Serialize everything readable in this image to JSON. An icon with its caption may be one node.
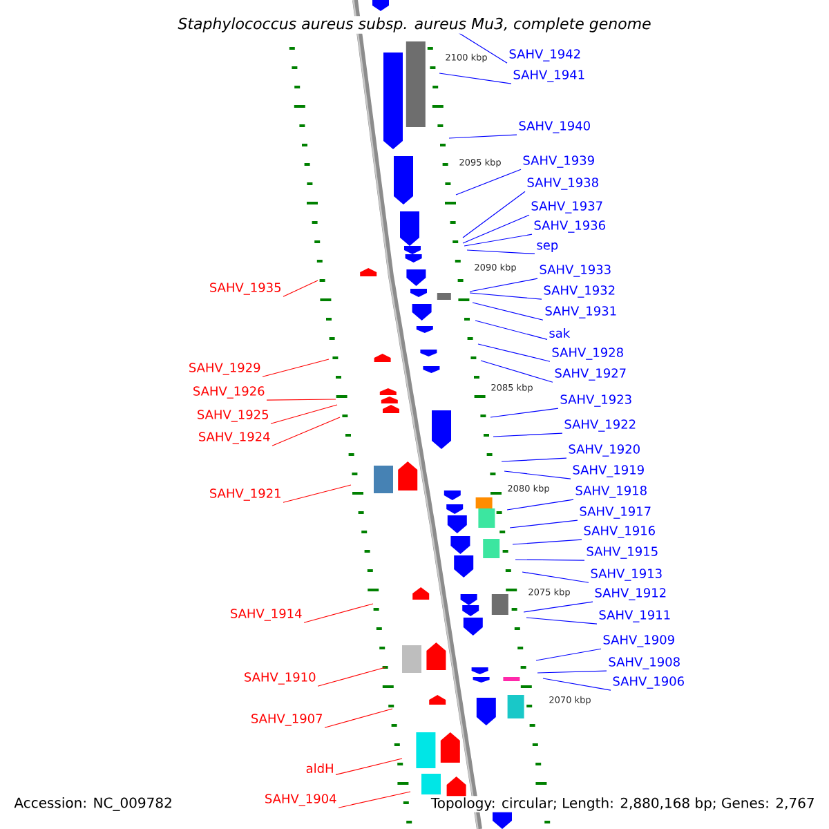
{
  "diagram": {
    "title": "Staphylococcus aureus subsp. aureus Mu3, complete genome",
    "nodes": [
      {
        "text": [
          "SAHV_1942"
        ]
      },
      {
        "text": [
          "SAHV_1941"
        ]
      },
      {
        "text": [
          "SAHV_1940"
        ]
      },
      {
        "text": [
          "SAHV_1939"
        ]
      },
      {
        "text": [
          "SAHV_1938"
        ]
      },
      {
        "text": [
          "SAHV_1937"
        ]
      },
      {
        "text": [
          "SAHV_1936"
        ]
      },
      {
        "text": [
          "sep"
        ]
      },
      {
        "text": [
          "SAHV_1933"
        ]
      },
      {
        "text": [
          "SAHV_1932"
        ]
      },
      {
        "text": [
          "SAHV_1931"
        ]
      },
      {
        "text": [
          "sak"
        ]
      },
      {
        "text": [
          "SAHV_1928"
        ]
      },
      {
        "text": [
          "SAHV_1927"
        ]
      },
      {
        "text": [
          "SAHV_1923"
        ]
      },
      {
        "text": [
          "SAHV_1922"
        ]
      },
      {
        "text": [
          "SAHV_1920"
        ]
      },
      {
        "text": [
          "SAHV_1919"
        ]
      },
      {
        "text": [
          "SAHV_1918"
        ]
      },
      {
        "text": [
          "SAHV_1917"
        ]
      },
      {
        "text": [
          "SAHV_1916"
        ]
      },
      {
        "text": [
          "SAHV_1915"
        ]
      },
      {
        "text": [
          "SAHV_1913"
        ]
      },
      {
        "text": [
          "SAHV_1912"
        ]
      },
      {
        "text": [
          "SAHV_1911"
        ]
      },
      {
        "text": [
          "SAHV_1909"
        ]
      },
      {
        "text": [
          "SAHV_1908"
        ]
      },
      {
        "text": [
          "SAHV_1906"
        ]
      },
      {
        "text": [
          "SAHV_1935"
        ]
      },
      {
        "text": [
          "SAHV_1929"
        ]
      },
      {
        "text": [
          "SAHV_1926"
        ]
      },
      {
        "text": [
          "SAHV_1925"
        ]
      },
      {
        "text": [
          "SAHV_1924"
        ]
      },
      {
        "text": [
          "SAHV_1921"
        ]
      },
      {
        "text": [
          "SAHV_1914"
        ]
      },
      {
        "text": [
          "SAHV_1910"
        ]
      },
      {
        "text": [
          "SAHV_1907"
        ]
      },
      {
        "text": [
          "aldH"
        ]
      },
      {
        "text": [
          "SAHV_1904"
        ]
      }
    ],
    "edges": [
      {
        "from": 0,
        "to": null,
        "arrow": "none"
      },
      {
        "from": 1,
        "to": null,
        "arrow": "none"
      },
      {
        "from": 2,
        "to": null,
        "arrow": "none"
      },
      {
        "from": 3,
        "to": null,
        "arrow": "none"
      },
      {
        "from": 4,
        "to": null,
        "arrow": "none"
      },
      {
        "from": 5,
        "to": null,
        "arrow": "none"
      },
      {
        "from": 6,
        "to": null,
        "arrow": "none"
      },
      {
        "from": 7,
        "to": null,
        "arrow": "none"
      },
      {
        "from": 8,
        "to": null,
        "arrow": "none"
      },
      {
        "from": 9,
        "to": null,
        "arrow": "none"
      },
      {
        "from": 10,
        "to": null,
        "arrow": "none"
      },
      {
        "from": 11,
        "to": null,
        "arrow": "none"
      },
      {
        "from": 12,
        "to": null,
        "arrow": "none"
      },
      {
        "from": 13,
        "to": null,
        "arrow": "none"
      },
      {
        "from": 14,
        "to": null,
        "arrow": "none"
      },
      {
        "from": 15,
        "to": null,
        "arrow": "none"
      },
      {
        "from": 16,
        "to": null,
        "arrow": "none"
      },
      {
        "from": 17,
        "to": null,
        "arrow": "none"
      },
      {
        "from": 18,
        "to": null,
        "arrow": "none"
      },
      {
        "from": 19,
        "to": null,
        "arrow": "none"
      },
      {
        "from": 20,
        "to": null,
        "arrow": "none"
      },
      {
        "from": 21,
        "to": null,
        "arrow": "none"
      },
      {
        "from": 22,
        "to": null,
        "arrow": "none"
      },
      {
        "from": 23,
        "to": null,
        "arrow": "none"
      },
      {
        "from": 24,
        "to": null,
        "arrow": "none"
      },
      {
        "from": 25,
        "to": null,
        "arrow": "none"
      },
      {
        "from": 26,
        "to": null,
        "arrow": "none"
      },
      {
        "from": 27,
        "to": null,
        "arrow": "none"
      },
      {
        "from": 28,
        "to": null,
        "arrow": "none",
        "color": "#ff0000"
      },
      {
        "from": 29,
        "to": null,
        "arrow": "none",
        "color": "#ff0000"
      },
      {
        "from": 30,
        "to": null,
        "arrow": "none",
        "color": "#ff0000"
      },
      {
        "from": 31,
        "to": null,
        "arrow": "none",
        "color": "#ff0000"
      },
      {
        "from": 32,
        "to": null,
        "arrow": "none",
        "color": "#ff0000"
      },
      {
        "from": 33,
        "to": null,
        "arrow": "none",
        "color": "#ff0000"
      },
      {
        "from": 34,
        "to": null,
        "arrow": "none",
        "color": "#ff0000"
      },
      {
        "from": 35,
        "to": null,
        "arrow": "none",
        "color": "#ff0000"
      },
      {
        "from": 36,
        "to": null,
        "arrow": "none",
        "color": "#ff0000"
      },
      {
        "from": 37,
        "to": null,
        "arrow": "none",
        "color": "#ff0000"
      },
      {
        "from": 38,
        "to": null,
        "arrow": "none",
        "color": "#ff0000"
      }
    ],
    "labels": [
      "2100 kbp",
      "2095 kbp",
      "2090 kbp",
      "2085 kbp",
      "2080 kbp",
      "2075 kbp",
      "2070 kbp",
      "Accession: NC_009782",
      "Topology: circular; Length: 2,880,168 bp; Genes: 2,767"
    ]
  }
}
